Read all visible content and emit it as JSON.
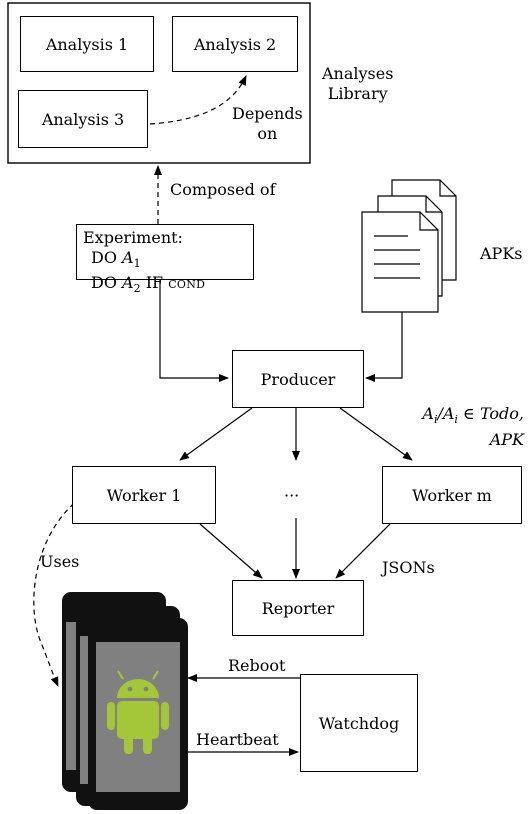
{
  "library": {
    "title_line1": "Analyses",
    "title_line2": "Library",
    "analyses": [
      "Analysis 1",
      "Analysis 2",
      "Analysis 3"
    ],
    "depends_line1": "Depends",
    "depends_line2": "on"
  },
  "composed_of": "Composed of",
  "experiment": {
    "heading": "Experiment:",
    "line1_prefix": "DO",
    "line1_var": "A",
    "line1_sub": "1",
    "line2_prefix": "DO",
    "line2_var": "A",
    "line2_sub": "2",
    "line2_if": "IF",
    "line2_cond": "cond"
  },
  "apks": "APKs",
  "producer": "Producer",
  "todo_label": {
    "line1_a": "A",
    "line1_sub": "i",
    "line1_b": "/A",
    "line1_sub2": "i",
    "line1_c": " ∈ Todo,",
    "line2": "APK"
  },
  "workers": {
    "worker1": "Worker 1",
    "ellipsis": "···",
    "workerm": "Worker m"
  },
  "jsons": "JSONs",
  "uses": "Uses",
  "reporter": "Reporter",
  "reboot": "Reboot",
  "heartbeat": "Heartbeat",
  "watchdog": "Watchdog",
  "colors": {
    "stroke": "#000000",
    "phone_body": "#111111",
    "phone_screen": "#808080",
    "android_green": "#a4c639"
  }
}
